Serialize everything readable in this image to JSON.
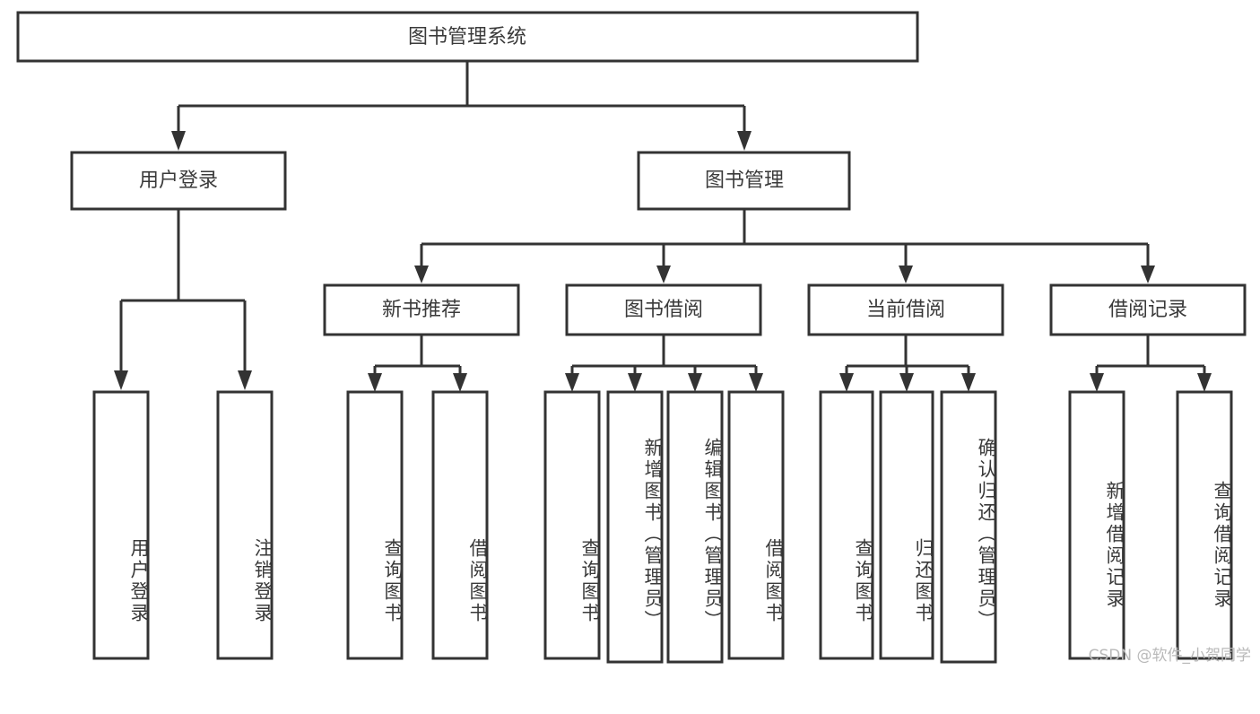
{
  "diagram": {
    "title": "图书管理系统",
    "type": "tree-hierarchy",
    "watermark": "CSDN @软件_小贺同学",
    "colors": {
      "stroke": "#333333",
      "box_fill": "#ffffff",
      "text": "#3a3a3a",
      "background": "#ffffff",
      "watermark": "#b9b9b9"
    },
    "root": {
      "label": "图书管理系统"
    },
    "level1": [
      {
        "label": "用户登录"
      },
      {
        "label": "图书管理"
      }
    ],
    "level2": [
      {
        "label": "新书推荐"
      },
      {
        "label": "图书借阅"
      },
      {
        "label": "当前借阅"
      },
      {
        "label": "借阅记录"
      }
    ],
    "leaves": {
      "user_login": [
        {
          "label": "用户登录"
        },
        {
          "label": "注销登录"
        }
      ],
      "new_book_recommend": [
        {
          "label": "查询图书"
        },
        {
          "label": "借阅图书"
        }
      ],
      "book_borrow": [
        {
          "label": "查询图书"
        },
        {
          "label": "新增图书（管理员）"
        },
        {
          "label": "编辑图书（管理员）"
        },
        {
          "label": "借阅图书"
        }
      ],
      "current_borrow": [
        {
          "label": "查询图书"
        },
        {
          "label": "归还图书"
        },
        {
          "label": "确认归还（管理员）"
        }
      ],
      "borrow_record": [
        {
          "label": "新增借阅记录"
        },
        {
          "label": "查询借阅记录"
        }
      ]
    }
  }
}
